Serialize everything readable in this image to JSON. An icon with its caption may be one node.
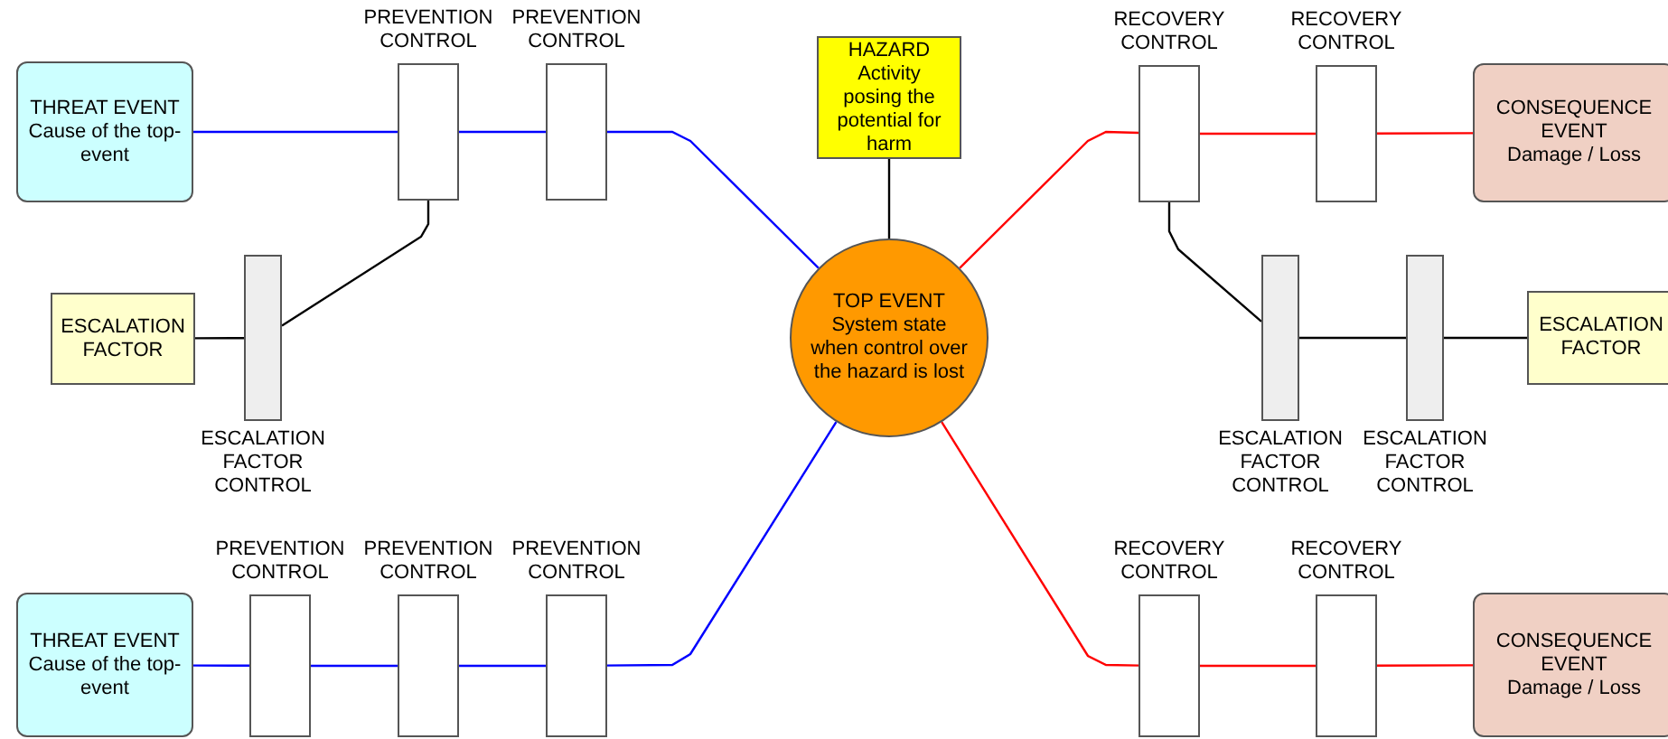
{
  "diagram": {
    "nodes": [
      {
        "text": [
          "THREAT EVENT",
          "Cause of the top-event"
        ]
      },
      {
        "text": [
          "PREVENTION CONTROL"
        ]
      },
      {
        "text": [
          "PREVENTION CONTROL"
        ]
      },
      {
        "text": [
          "HAZARD",
          "Activity posing the potential for harm"
        ]
      },
      {
        "text": [
          "RECOVERY CONTROL"
        ]
      },
      {
        "text": [
          "RECOVERY CONTROL"
        ]
      },
      {
        "text": [
          "CONSEQUENCE EVENT",
          "Damage / Loss"
        ]
      },
      {
        "text": [
          "ESCALATION FACTOR"
        ]
      },
      {
        "text": [
          "ESCALATION FACTOR CONTROL"
        ]
      },
      {
        "text": [
          "TOP EVENT",
          "System state when control over the hazard is lost"
        ]
      },
      {
        "text": [
          "ESCALATION FACTOR CONTROL"
        ]
      },
      {
        "text": [
          "ESCALATION FACTOR CONTROL"
        ]
      },
      {
        "text": [
          "ESCALATION FACTOR"
        ]
      },
      {
        "text": [
          "THREAT EVENT",
          "Cause of the top-event"
        ]
      },
      {
        "text": [
          "PREVENTION CONTROL"
        ]
      },
      {
        "text": [
          "PREVENTION CONTROL"
        ]
      },
      {
        "text": [
          "PREVENTION CONTROL"
        ]
      },
      {
        "text": [
          "RECOVERY CONTROL"
        ]
      },
      {
        "text": [
          "RECOVERY CONTROL"
        ]
      },
      {
        "text": [
          "CONSEQUENCE EVENT",
          "Damage / Loss"
        ]
      }
    ],
    "edges": [
      {
        "from": 0,
        "to": 1,
        "arrow": "none",
        "color": "#0000ff"
      },
      {
        "from": 1,
        "to": 2,
        "arrow": "none",
        "color": "#0000ff"
      },
      {
        "from": 2,
        "to": 9,
        "arrow": "none",
        "color": "#0000ff"
      },
      {
        "from": 1,
        "to": 8,
        "arrow": "none",
        "color": "#000000"
      },
      {
        "from": 7,
        "to": 8,
        "arrow": "none",
        "color": "#000000"
      },
      {
        "from": 3,
        "to": 9,
        "arrow": "none",
        "color": "#000000"
      },
      {
        "from": 9,
        "to": 4,
        "arrow": "none",
        "color": "#ff0000"
      },
      {
        "from": 4,
        "to": 5,
        "arrow": "none",
        "color": "#ff0000"
      },
      {
        "from": 5,
        "to": 6,
        "arrow": "none",
        "color": "#ff0000"
      },
      {
        "from": 4,
        "to": 10,
        "arrow": "none",
        "color": "#000000"
      },
      {
        "from": 10,
        "to": 11,
        "arrow": "none",
        "color": "#000000"
      },
      {
        "from": 11,
        "to": 12,
        "arrow": "none",
        "color": "#000000"
      },
      {
        "from": 13,
        "to": 14,
        "arrow": "none",
        "color": "#0000ff"
      },
      {
        "from": 14,
        "to": 15,
        "arrow": "none",
        "color": "#0000ff"
      },
      {
        "from": 15,
        "to": 16,
        "arrow": "none",
        "color": "#0000ff"
      },
      {
        "from": 16,
        "to": 9,
        "arrow": "none",
        "color": "#0000ff"
      },
      {
        "from": 9,
        "to": 17,
        "arrow": "none",
        "color": "#ff0000"
      },
      {
        "from": 17,
        "to": 18,
        "arrow": "none",
        "color": "#ff0000"
      },
      {
        "from": 18,
        "to": 19,
        "arrow": "none",
        "color": "#ff0000"
      }
    ]
  }
}
